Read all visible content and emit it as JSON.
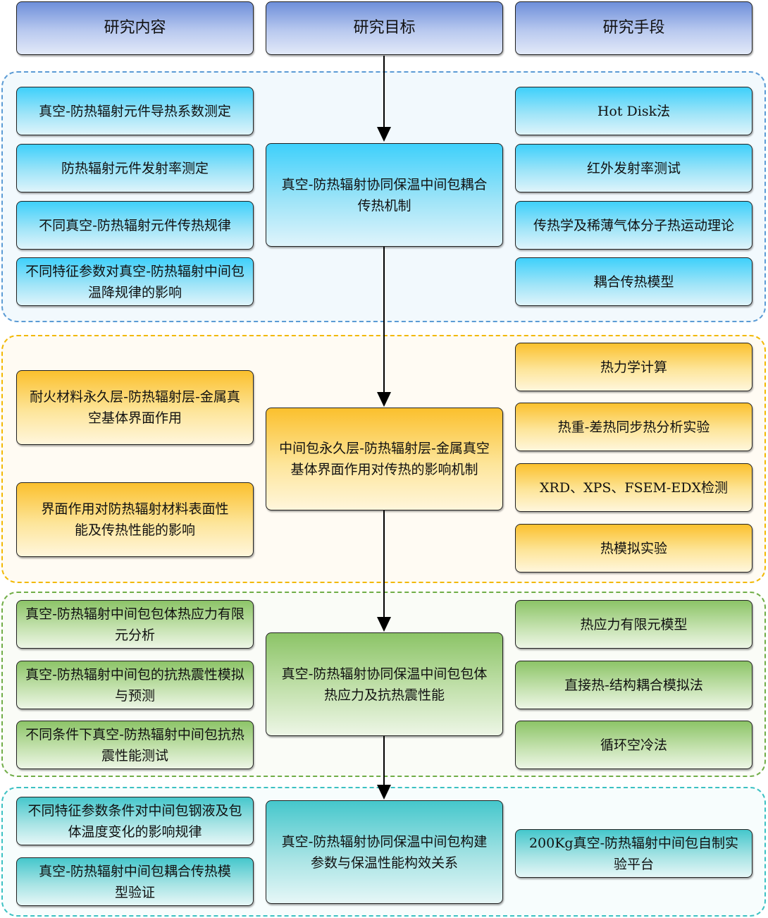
{
  "headers": [
    "研究内容",
    "研究目标",
    "研究手段"
  ],
  "sections": [
    {
      "content": [
        "真空-防热辐射元件导热系数测定",
        "防热辐射元件发射率测定",
        "不同真空-防热辐射元件传热规律",
        "不同特征参数对真空-防热辐射中间包温降规律的影响"
      ],
      "goal": "真空-防热辐射协同保温中间包耦合传热机制",
      "methods": [
        "Hot Disk法",
        "红外发射率测试",
        "传热学及稀薄气体分子热运动理论",
        "耦合传热模型"
      ]
    },
    {
      "content": [
        "耐火材料永久层-防热辐射层-金属真空基体界面作用",
        "界面作用对防热辐射材料表面性能及传热性能的影响"
      ],
      "goal": "中间包永久层-防热辐射层-金属真空基体界面作用对传热的影响机制",
      "methods": [
        "热力学计算",
        "热重-差热同步热分析实验",
        "XRD、XPS、FSEM-EDX检测",
        "热模拟实验"
      ]
    },
    {
      "content": [
        "真空-防热辐射中间包包体热应力有限元分析",
        "真空-防热辐射中间包的抗热震性模拟与预测",
        "不同条件下真空-防热辐射中间包抗热震性能测试"
      ],
      "goal": "真空-防热辐射协同保温中间包包体热应力及抗热震性能",
      "methods": [
        "热应力有限元模型",
        "直接热-结构耦合模拟法",
        "循环空冷法"
      ]
    },
    {
      "content": [
        "不同特征参数条件对中间包钢液及包体温度变化的影响规律",
        "真空-防热辐射中间包耦合传热模型验证"
      ],
      "goal": "真空-防热辐射协同保温中间包构建参数与保温性能构效关系",
      "methods": [
        "200Kg真空-防热辐射中间包自制实验平台"
      ]
    }
  ]
}
